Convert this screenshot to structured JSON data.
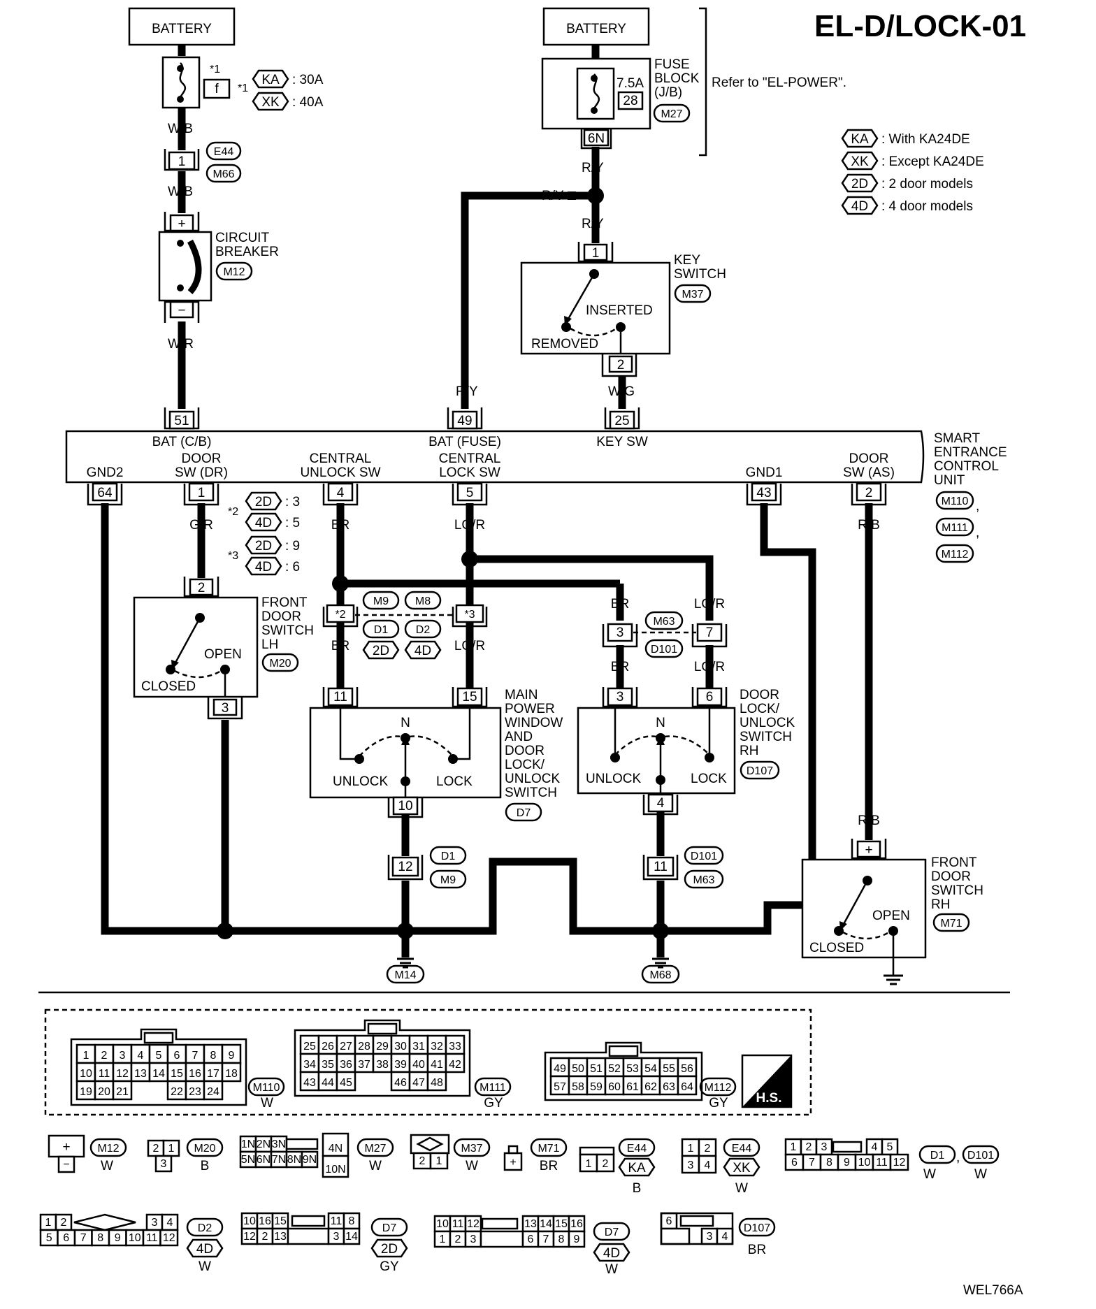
{
  "diagram": {
    "title": "EL-D/LOCK-01",
    "figure_id": "WEL766A",
    "refer_note": "Refer to \"EL-POWER\".",
    "legend": [
      {
        "code": "KA",
        "text": ": With KA24DE"
      },
      {
        "code": "XK",
        "text": ": Except KA24DE"
      },
      {
        "code": "2D",
        "text": ": 2 door models"
      },
      {
        "code": "4D",
        "text": ": 4 door models"
      }
    ],
    "battery_left": {
      "label": "BATTERY",
      "fuse_note": "*1",
      "fuse_letter": "f",
      "note_mark": "*1",
      "opt1": {
        "code": "KA",
        "amp": ": 30A"
      },
      "opt2": {
        "code": "XK",
        "amp": ": 40A"
      }
    },
    "battery_right": {
      "label": "BATTERY",
      "fuse_amp": "7.5A",
      "fuse_no": "28",
      "fuse_block": [
        "FUSE",
        "BLOCK",
        "(J/B)"
      ],
      "fuse_conn": "M27",
      "out_pin": "6N"
    },
    "circuit_breaker": {
      "label": [
        "CIRCUIT",
        "BREAKER"
      ],
      "conn": "M12",
      "plus": "+",
      "minus": "−"
    },
    "key_switch": {
      "label": [
        "KEY",
        "SWITCH"
      ],
      "conn": "M37",
      "pin_in": "1",
      "pin_out": "2",
      "inserted": "INSERTED",
      "removed": "REMOVED"
    },
    "wires": {
      "wb1": "W/B",
      "wb2": "W/B",
      "wr": "W/R",
      "ry1": "R/Y",
      "ry2": "R/Y",
      "ry3": "R/Y",
      "ry4": "R/Y",
      "wg": "W/G",
      "b": "B",
      "gr": "G/R",
      "br": "BR",
      "lgr": "LG/R",
      "rb": "R/B"
    },
    "e44_joint": {
      "pin": "1",
      "conn1": "E44",
      "conn2": "M66"
    },
    "scu": {
      "label": [
        "SMART",
        "ENTRANCE",
        "CONTROL",
        "UNIT"
      ],
      "conns": [
        "M110",
        "M111",
        "M112"
      ],
      "sep": ",",
      "top_pins": [
        {
          "pin": "51",
          "name": "BAT (C/B)"
        },
        {
          "pin": "49",
          "name": "BAT (FUSE)"
        },
        {
          "pin": "25",
          "name": "KEY SW"
        }
      ],
      "bottom_pins": [
        {
          "pin": "64",
          "name": [
            "GND2"
          ]
        },
        {
          "pin": "1",
          "name": [
            "DOOR",
            "SW (DR)"
          ]
        },
        {
          "pin": "4",
          "name": [
            "CENTRAL",
            "UNLOCK SW"
          ]
        },
        {
          "pin": "5",
          "name": [
            "CENTRAL",
            "LOCK SW"
          ]
        },
        {
          "pin": "43",
          "name": [
            "GND1"
          ]
        },
        {
          "pin": "2",
          "name": [
            "DOOR",
            "SW (AS)"
          ]
        }
      ]
    },
    "notes": {
      "n2": "*2",
      "n2a": {
        "code": "2D",
        "val": ": 3"
      },
      "n2b": {
        "code": "4D",
        "val": ": 5"
      },
      "n3": "*3",
      "n3a": {
        "code": "2D",
        "val": ": 9"
      },
      "n3b": {
        "code": "4D",
        "val": ": 6"
      }
    },
    "front_door_lh": {
      "label": [
        "FRONT",
        "DOOR",
        "SWITCH",
        "LH"
      ],
      "conn": "M20",
      "pin_in": "2",
      "pin_out": "3",
      "open": "OPEN",
      "closed": "CLOSED"
    },
    "inline_conn_a": {
      "pin1": "*2",
      "pin2": "*3",
      "top": [
        "M9",
        "M8"
      ],
      "bottom": [
        "D1",
        "D2"
      ],
      "opts": [
        "2D",
        "4D"
      ]
    },
    "inline_conn_b": {
      "pin1": "3",
      "pin2": "7",
      "top": "M63",
      "bottom": "D101"
    },
    "main_pw_switch": {
      "label": [
        "MAIN",
        "POWER",
        "WINDOW",
        "AND",
        "DOOR",
        "LOCK/",
        "UNLOCK",
        "SWITCH"
      ],
      "conn": "D7",
      "pin_l": "11",
      "pin_r": "15",
      "pin_b": "10",
      "n": "N",
      "unlock": "UNLOCK",
      "lock": "LOCK"
    },
    "door_lock_rh": {
      "label": [
        "DOOR",
        "LOCK/",
        "UNLOCK",
        "SWITCH",
        "RH"
      ],
      "conn": "D107",
      "pin_l": "3",
      "pin_r": "6",
      "pin_b": "4",
      "n": "N",
      "unlock": "UNLOCK",
      "lock": "LOCK"
    },
    "joint_d1": {
      "pin": "12",
      "conn1": "D1",
      "conn2": "M9"
    },
    "joint_d101": {
      "pin": "11",
      "conn1": "D101",
      "conn2": "M63"
    },
    "grounds": [
      "M14",
      "M68"
    ],
    "front_door_rh": {
      "label": [
        "FRONT",
        "DOOR",
        "SWITCH",
        "RH"
      ],
      "conn": "M71",
      "pin": "+",
      "open": "OPEN",
      "closed": "CLOSED"
    },
    "connectors": {
      "m110": {
        "rows": [
          [
            "1",
            "2",
            "3",
            "4",
            "5",
            "6",
            "7",
            "8",
            "9"
          ],
          [
            "10",
            "11",
            "12",
            "13",
            "14",
            "15",
            "16",
            "17",
            "18"
          ],
          [
            "19",
            "20",
            "21",
            "",
            "",
            "22",
            "23",
            "24"
          ]
        ],
        "id": "M110",
        "color": "W"
      },
      "m111": {
        "rows": [
          [
            "25",
            "26",
            "27",
            "28",
            "29",
            "30",
            "31",
            "32",
            "33"
          ],
          [
            "34",
            "35",
            "36",
            "37",
            "38",
            "39",
            "40",
            "41",
            "42"
          ],
          [
            "43",
            "44",
            "45",
            "",
            "",
            "46",
            "47",
            "48"
          ]
        ],
        "id": "M111",
        "color": "GY"
      },
      "m112": {
        "rows": [
          [
            "49",
            "50",
            "51",
            "52",
            "53",
            "54",
            "55",
            "56"
          ],
          [
            "57",
            "58",
            "59",
            "60",
            "61",
            "62",
            "63",
            "64"
          ]
        ],
        "id": "M112",
        "color": "GY"
      },
      "hs": "H.S.",
      "m12": {
        "id": "M12",
        "color": "W",
        "cells": [
          "+",
          "−"
        ]
      },
      "m20": {
        "id": "M20",
        "color": "B",
        "cells": [
          "2",
          "1",
          "3"
        ]
      },
      "m27": {
        "id": "M27",
        "color": "W",
        "cells": [
          "1N",
          "2N",
          "3N",
          "4N",
          "5N",
          "6N",
          "7N",
          "8N",
          "9N",
          "10N"
        ]
      },
      "m37": {
        "id": "M37",
        "color": "W",
        "cells": [
          "2",
          "1"
        ]
      },
      "m71": {
        "id": "M71",
        "color": "BR",
        "cells": [
          "+"
        ]
      },
      "e44ka": {
        "id": "E44",
        "opt": "KA",
        "color": "B",
        "cells": [
          "1",
          "2"
        ]
      },
      "e44xk": {
        "id": "E44",
        "opt": "XK",
        "color": "W",
        "cells": [
          "1",
          "2",
          "3",
          "4"
        ]
      },
      "d1": {
        "id1": "D1",
        "id2": "D101",
        "sep": ",",
        "color1": "W",
        "color2": "W",
        "cells": [
          "1",
          "2",
          "3",
          "4",
          "5",
          "6",
          "7",
          "8",
          "9",
          "10",
          "11",
          "12"
        ]
      },
      "d2": {
        "id": "D2",
        "opt": "4D",
        "color": "W",
        "cells": [
          "1",
          "2",
          "3",
          "4",
          "5",
          "6",
          "7",
          "8",
          "9",
          "10",
          "11",
          "12"
        ]
      },
      "d7a": {
        "id": "D7",
        "opt": "2D",
        "color": "GY",
        "cells": [
          "10",
          "16",
          "15",
          "11",
          "8",
          "12",
          "2",
          "13",
          "3",
          "14"
        ]
      },
      "d7b": {
        "id": "D7",
        "opt": "4D",
        "color": "W",
        "cells": [
          "10",
          "11",
          "12",
          "13",
          "14",
          "15",
          "16",
          "1",
          "2",
          "3",
          "6",
          "7",
          "8",
          "9"
        ]
      },
      "d107": {
        "id": "D107",
        "color": "BR",
        "cells": [
          "6",
          "3",
          "4"
        ]
      }
    }
  }
}
